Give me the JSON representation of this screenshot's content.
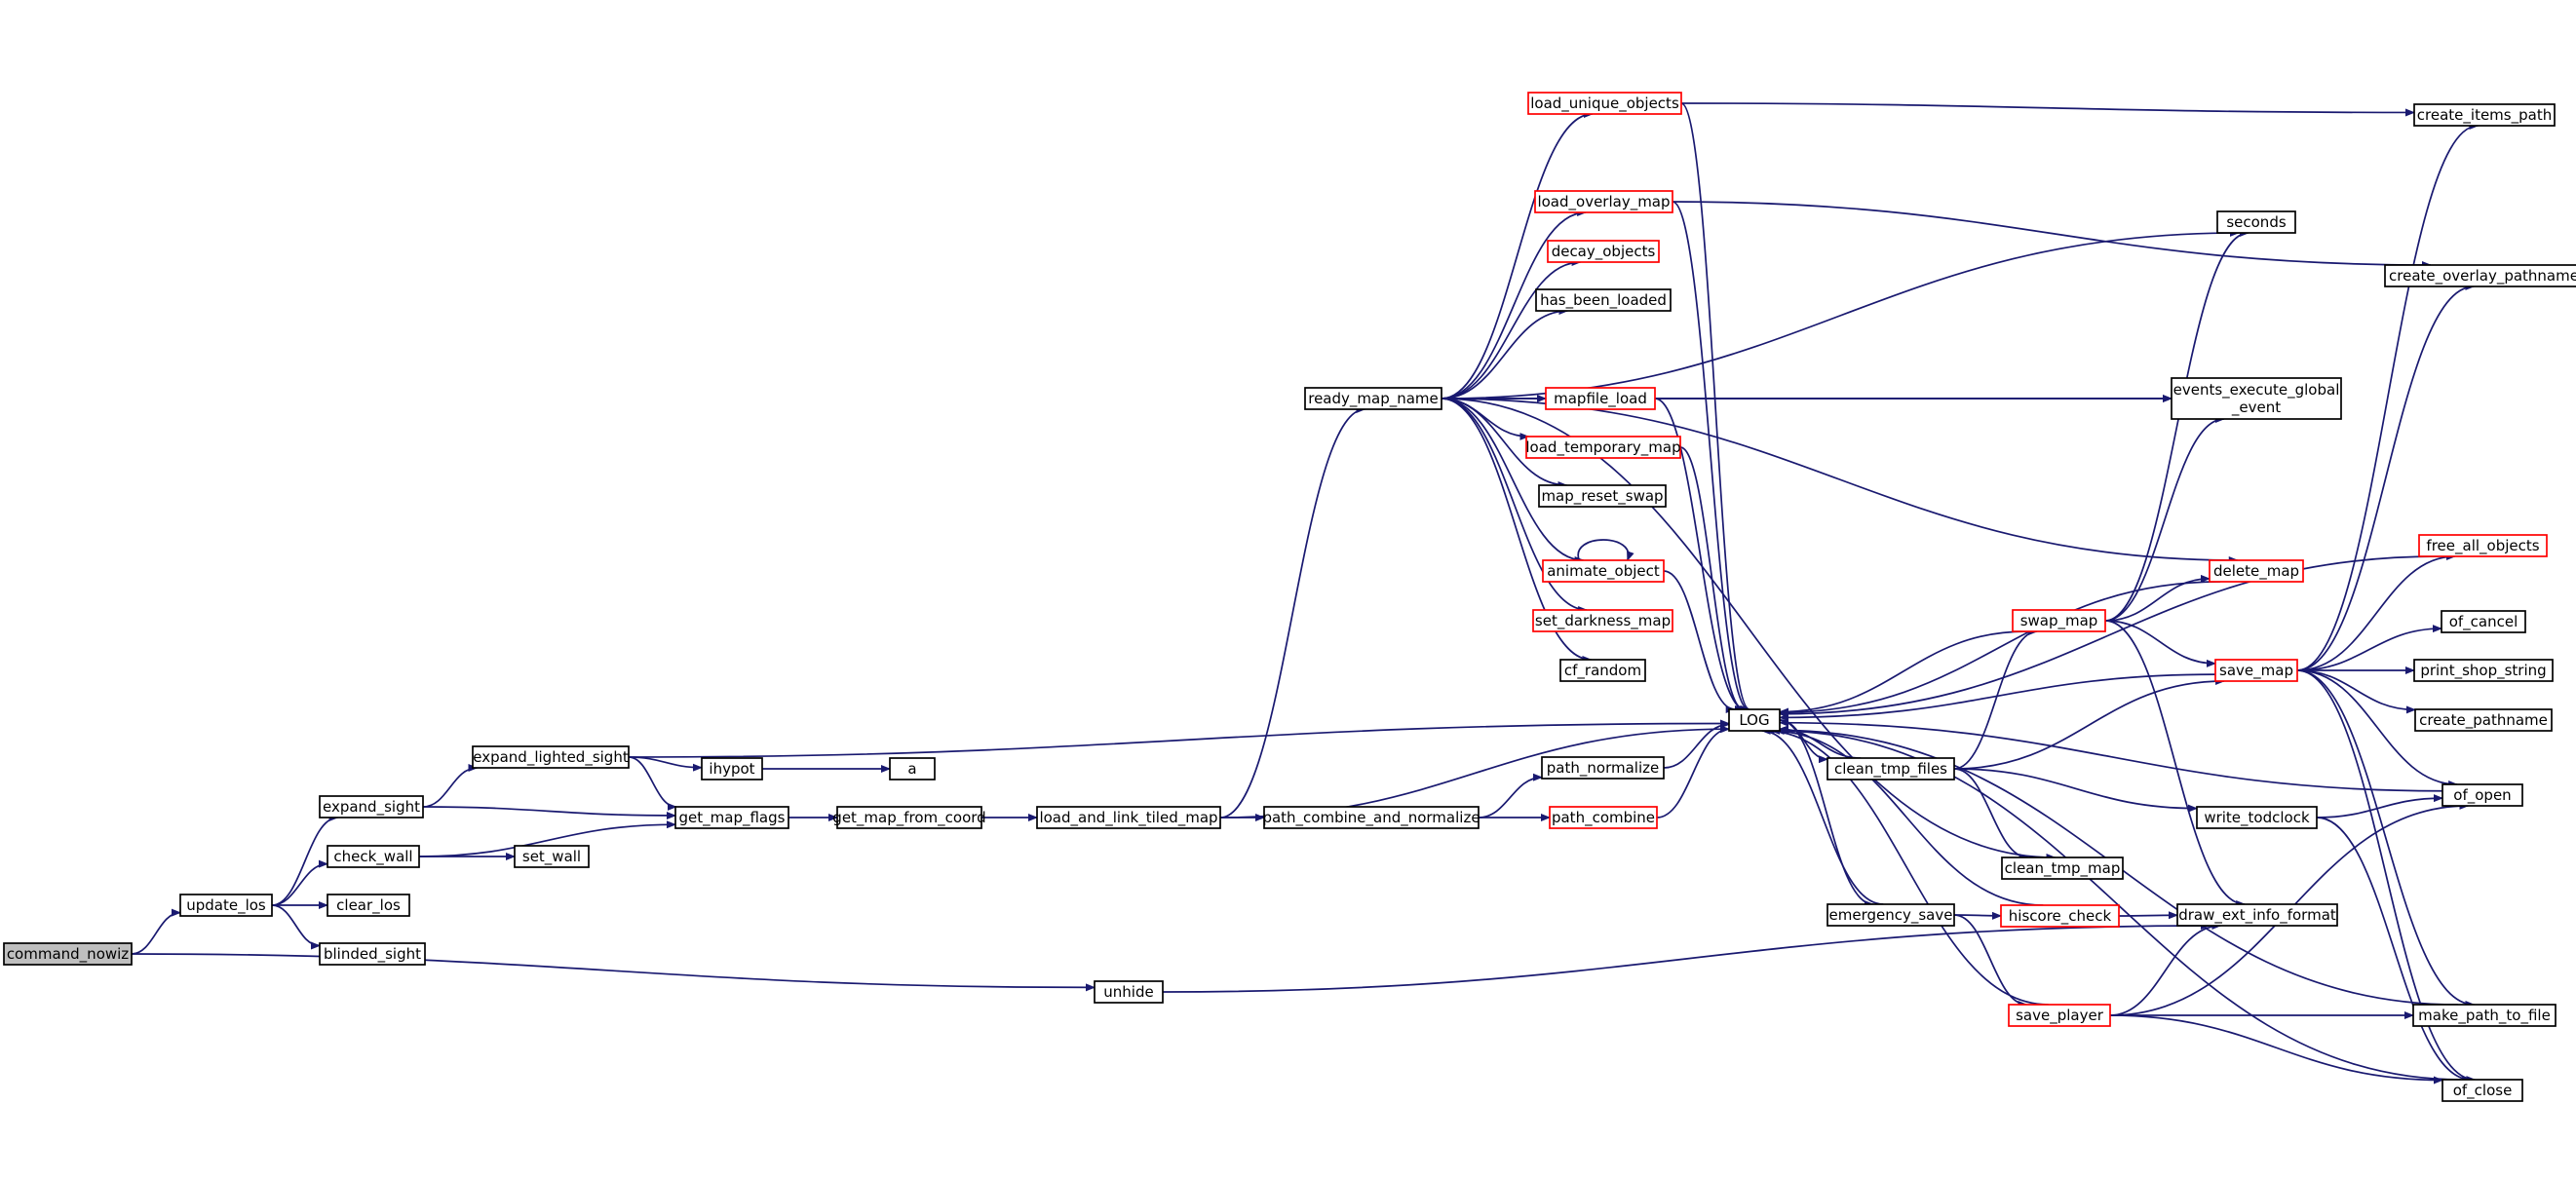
{
  "graph": {
    "title": "",
    "colors": {
      "edge": "#191970",
      "border_normal": "#000000",
      "border_truncated": "#ff0000",
      "root_fill": "#bfbfbf",
      "node_fill": "#ffffff"
    },
    "nodes": [
      {
        "id": "command_nowiz",
        "label": "command_nowiz",
        "kind": "root"
      },
      {
        "id": "update_los",
        "label": "update_los",
        "kind": "normal"
      },
      {
        "id": "expand_sight",
        "label": "expand_sight",
        "kind": "normal"
      },
      {
        "id": "check_wall",
        "label": "check_wall",
        "kind": "normal"
      },
      {
        "id": "clear_los",
        "label": "clear_los",
        "kind": "normal"
      },
      {
        "id": "blinded_sight",
        "label": "blinded_sight",
        "kind": "normal"
      },
      {
        "id": "expand_lighted_sight",
        "label": "expand_lighted_sight",
        "kind": "normal"
      },
      {
        "id": "ihypot",
        "label": "ihypot",
        "kind": "normal"
      },
      {
        "id": "a",
        "label": "a",
        "kind": "normal"
      },
      {
        "id": "get_map_flags",
        "label": "get_map_flags",
        "kind": "normal"
      },
      {
        "id": "set_wall",
        "label": "set_wall",
        "kind": "normal"
      },
      {
        "id": "get_map_from_coord",
        "label": "get_map_from_coord",
        "kind": "normal"
      },
      {
        "id": "load_and_link_tiled_map",
        "label": "load_and_link_tiled_map",
        "kind": "normal"
      },
      {
        "id": "unhide",
        "label": "unhide",
        "kind": "normal"
      },
      {
        "id": "ready_map_name",
        "label": "ready_map_name",
        "kind": "normal"
      },
      {
        "id": "path_combine_and_normalize",
        "label": "path_combine_and_normalize",
        "kind": "normal"
      },
      {
        "id": "load_unique_objects",
        "label": "load_unique_objects",
        "kind": "truncated"
      },
      {
        "id": "load_overlay_map",
        "label": "load_overlay_map",
        "kind": "truncated"
      },
      {
        "id": "decay_objects",
        "label": "decay_objects",
        "kind": "truncated"
      },
      {
        "id": "has_been_loaded",
        "label": "has_been_loaded",
        "kind": "normal"
      },
      {
        "id": "mapfile_load",
        "label": "mapfile_load",
        "kind": "truncated"
      },
      {
        "id": "load_temporary_map",
        "label": "load_temporary_map",
        "kind": "truncated"
      },
      {
        "id": "map_reset_swap",
        "label": "map_reset_swap",
        "kind": "normal"
      },
      {
        "id": "animate_object",
        "label": "animate_object",
        "kind": "truncated"
      },
      {
        "id": "set_darkness_map",
        "label": "set_darkness_map",
        "kind": "truncated"
      },
      {
        "id": "cf_random",
        "label": "cf_random",
        "kind": "normal"
      },
      {
        "id": "path_normalize",
        "label": "path_normalize",
        "kind": "normal"
      },
      {
        "id": "path_combine",
        "label": "path_combine",
        "kind": "truncated"
      },
      {
        "id": "LOG",
        "label": "LOG",
        "kind": "normal"
      },
      {
        "id": "clean_tmp_files",
        "label": "clean_tmp_files",
        "kind": "normal"
      },
      {
        "id": "emergency_save",
        "label": "emergency_save",
        "kind": "normal"
      },
      {
        "id": "swap_map",
        "label": "swap_map",
        "kind": "truncated"
      },
      {
        "id": "hiscore_check",
        "label": "hiscore_check",
        "kind": "truncated"
      },
      {
        "id": "save_player",
        "label": "save_player",
        "kind": "truncated"
      },
      {
        "id": "clean_tmp_map",
        "label": "clean_tmp_map",
        "kind": "normal"
      },
      {
        "id": "seconds",
        "label": "seconds",
        "kind": "normal"
      },
      {
        "id": "events_execute_global_event",
        "label": "events_execute_global\n_event",
        "kind": "normal"
      },
      {
        "id": "delete_map",
        "label": "delete_map",
        "kind": "truncated"
      },
      {
        "id": "save_map",
        "label": "save_map",
        "kind": "truncated"
      },
      {
        "id": "write_todclock",
        "label": "write_todclock",
        "kind": "normal"
      },
      {
        "id": "draw_ext_info_format",
        "label": "draw_ext_info_format",
        "kind": "normal"
      },
      {
        "id": "create_items_path",
        "label": "create_items_path",
        "kind": "normal"
      },
      {
        "id": "create_overlay_pathname",
        "label": "create_overlay_pathname",
        "kind": "normal"
      },
      {
        "id": "free_all_objects",
        "label": "free_all_objects",
        "kind": "truncated"
      },
      {
        "id": "of_cancel",
        "label": "of_cancel",
        "kind": "normal"
      },
      {
        "id": "print_shop_string",
        "label": "print_shop_string",
        "kind": "normal"
      },
      {
        "id": "create_pathname",
        "label": "create_pathname",
        "kind": "normal"
      },
      {
        "id": "of_open",
        "label": "of_open",
        "kind": "normal"
      },
      {
        "id": "make_path_to_file",
        "label": "make_path_to_file",
        "kind": "normal"
      },
      {
        "id": "of_close",
        "label": "of_close",
        "kind": "normal"
      }
    ],
    "edges": [
      [
        "command_nowiz",
        "update_los"
      ],
      [
        "command_nowiz",
        "unhide"
      ],
      [
        "update_los",
        "expand_sight"
      ],
      [
        "update_los",
        "check_wall"
      ],
      [
        "update_los",
        "clear_los"
      ],
      [
        "update_los",
        "blinded_sight"
      ],
      [
        "expand_sight",
        "expand_lighted_sight"
      ],
      [
        "expand_sight",
        "get_map_flags"
      ],
      [
        "expand_lighted_sight",
        "ihypot"
      ],
      [
        "expand_lighted_sight",
        "get_map_flags"
      ],
      [
        "expand_lighted_sight",
        "LOG"
      ],
      [
        "ihypot",
        "a"
      ],
      [
        "check_wall",
        "set_wall"
      ],
      [
        "check_wall",
        "get_map_flags"
      ],
      [
        "get_map_flags",
        "get_map_from_coord"
      ],
      [
        "get_map_from_coord",
        "load_and_link_tiled_map"
      ],
      [
        "load_and_link_tiled_map",
        "ready_map_name"
      ],
      [
        "load_and_link_tiled_map",
        "path_combine_and_normalize"
      ],
      [
        "load_and_link_tiled_map",
        "LOG"
      ],
      [
        "unhide",
        "draw_ext_info_format"
      ],
      [
        "path_combine_and_normalize",
        "path_normalize"
      ],
      [
        "path_combine_and_normalize",
        "path_combine"
      ],
      [
        "path_normalize",
        "LOG"
      ],
      [
        "path_combine",
        "LOG"
      ],
      [
        "ready_map_name",
        "load_unique_objects"
      ],
      [
        "ready_map_name",
        "load_overlay_map"
      ],
      [
        "ready_map_name",
        "decay_objects"
      ],
      [
        "ready_map_name",
        "has_been_loaded"
      ],
      [
        "ready_map_name",
        "mapfile_load"
      ],
      [
        "ready_map_name",
        "load_temporary_map"
      ],
      [
        "ready_map_name",
        "map_reset_swap"
      ],
      [
        "ready_map_name",
        "animate_object"
      ],
      [
        "ready_map_name",
        "set_darkness_map"
      ],
      [
        "ready_map_name",
        "cf_random"
      ],
      [
        "ready_map_name",
        "events_execute_global_event"
      ],
      [
        "ready_map_name",
        "delete_map"
      ],
      [
        "ready_map_name",
        "seconds"
      ],
      [
        "ready_map_name",
        "clean_tmp_map"
      ],
      [
        "load_unique_objects",
        "create_items_path"
      ],
      [
        "load_unique_objects",
        "LOG"
      ],
      [
        "load_overlay_map",
        "create_overlay_pathname"
      ],
      [
        "load_overlay_map",
        "LOG"
      ],
      [
        "mapfile_load",
        "events_execute_global_event"
      ],
      [
        "mapfile_load",
        "LOG"
      ],
      [
        "load_temporary_map",
        "LOG"
      ],
      [
        "animate_object",
        "animate_object"
      ],
      [
        "animate_object",
        "LOG"
      ],
      [
        "LOG",
        "clean_tmp_files"
      ],
      [
        "LOG",
        "emergency_save"
      ],
      [
        "clean_tmp_files",
        "swap_map"
      ],
      [
        "clean_tmp_files",
        "save_map"
      ],
      [
        "clean_tmp_files",
        "clean_tmp_map"
      ],
      [
        "clean_tmp_files",
        "write_todclock"
      ],
      [
        "clean_tmp_files",
        "LOG"
      ],
      [
        "emergency_save",
        "hiscore_check"
      ],
      [
        "emergency_save",
        "save_player"
      ],
      [
        "emergency_save",
        "LOG"
      ],
      [
        "swap_map",
        "seconds"
      ],
      [
        "swap_map",
        "events_execute_global_event"
      ],
      [
        "swap_map",
        "delete_map"
      ],
      [
        "swap_map",
        "save_map"
      ],
      [
        "swap_map",
        "draw_ext_info_format"
      ],
      [
        "swap_map",
        "LOG"
      ],
      [
        "hiscore_check",
        "draw_ext_info_format"
      ],
      [
        "hiscore_check",
        "LOG"
      ],
      [
        "save_player",
        "draw_ext_info_format"
      ],
      [
        "save_player",
        "of_open"
      ],
      [
        "save_player",
        "make_path_to_file"
      ],
      [
        "save_player",
        "of_close"
      ],
      [
        "save_player",
        "LOG"
      ],
      [
        "delete_map",
        "LOG"
      ],
      [
        "save_map",
        "create_items_path"
      ],
      [
        "save_map",
        "create_overlay_pathname"
      ],
      [
        "save_map",
        "free_all_objects"
      ],
      [
        "save_map",
        "of_cancel"
      ],
      [
        "save_map",
        "print_shop_string"
      ],
      [
        "save_map",
        "create_pathname"
      ],
      [
        "save_map",
        "of_open"
      ],
      [
        "save_map",
        "make_path_to_file"
      ],
      [
        "save_map",
        "of_close"
      ],
      [
        "save_map",
        "LOG"
      ],
      [
        "free_all_objects",
        "LOG"
      ],
      [
        "write_todclock",
        "of_open"
      ],
      [
        "write_todclock",
        "of_close"
      ],
      [
        "of_open",
        "LOG"
      ],
      [
        "make_path_to_file",
        "LOG"
      ],
      [
        "of_close",
        "LOG"
      ]
    ]
  }
}
